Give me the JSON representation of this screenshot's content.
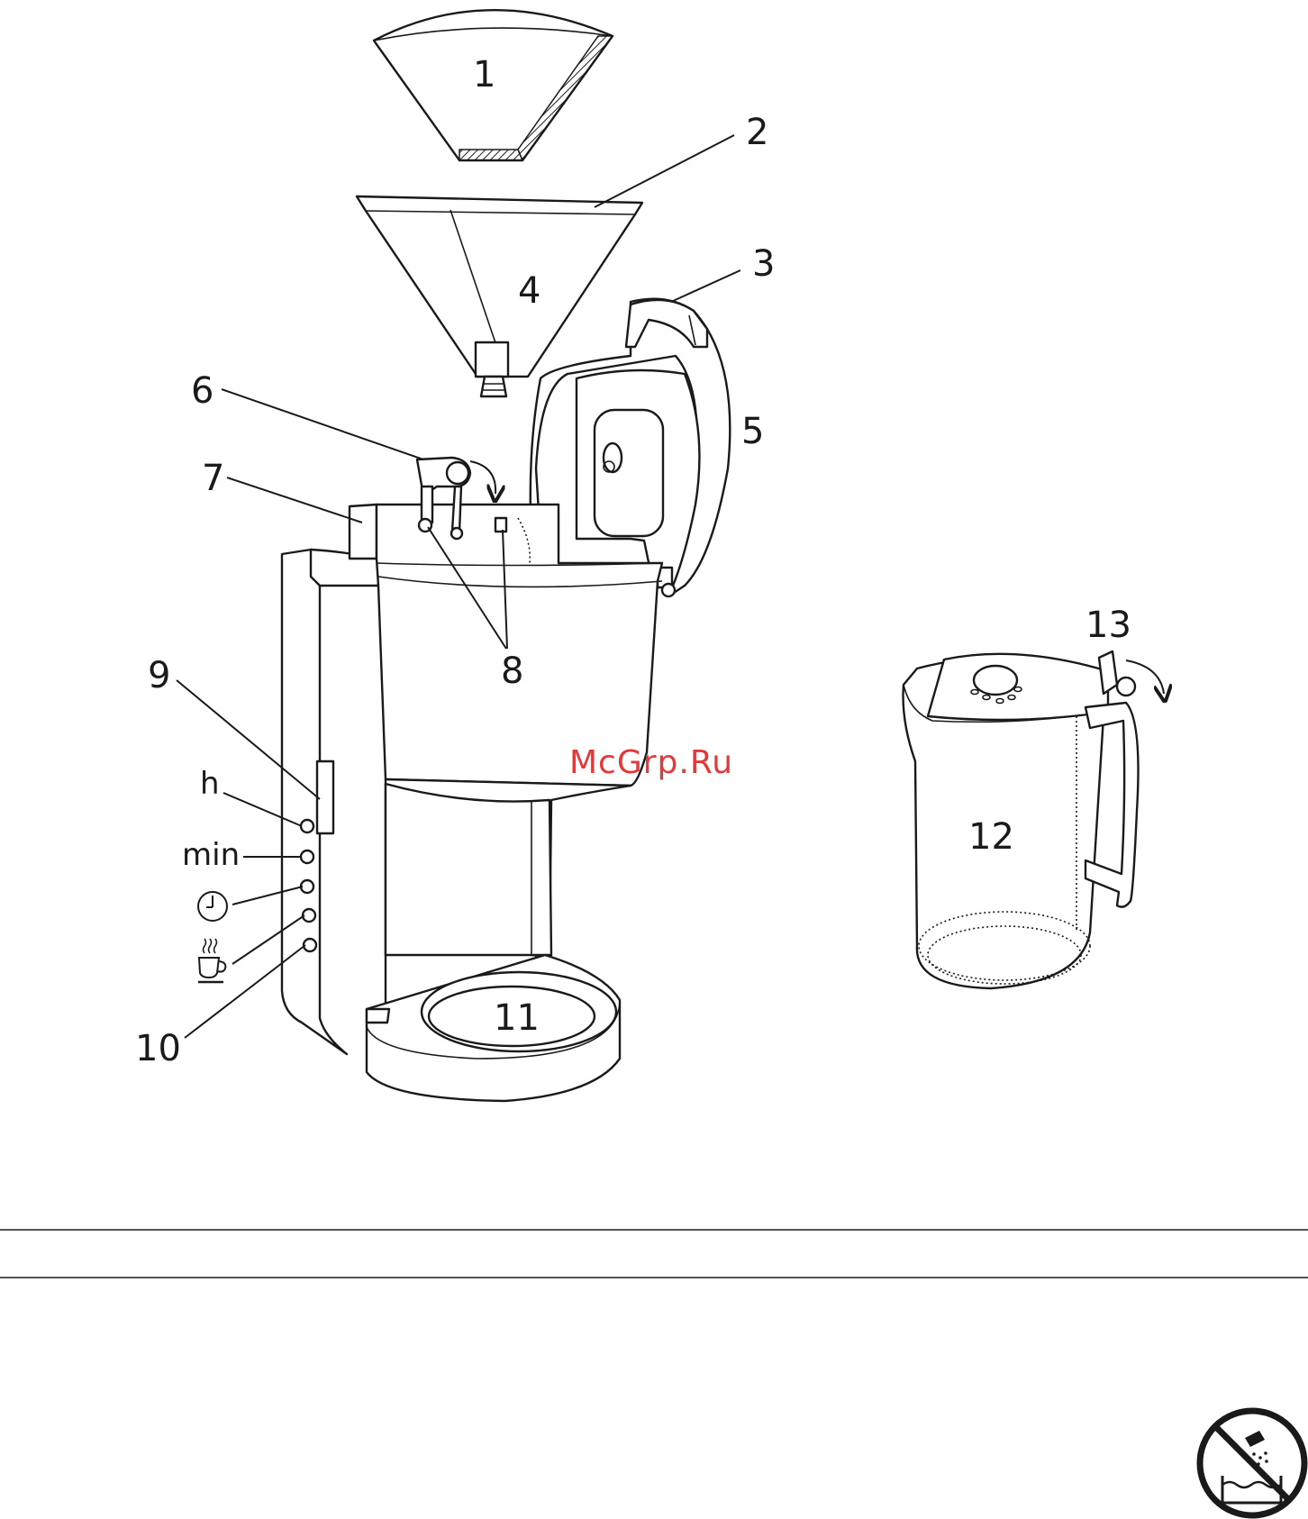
{
  "watermark": "McGrp.Ru",
  "callouts": {
    "c1": "1",
    "c2": "2",
    "c3": "3",
    "c4": "4",
    "c5": "5",
    "c6": "6",
    "c7": "7",
    "c8": "8",
    "c9": "9",
    "c10": "10",
    "c11": "11",
    "c12": "12",
    "c13": "13"
  },
  "buttons": {
    "hours": "h",
    "minutes": "min"
  },
  "icons": {
    "clock": "clock-icon",
    "keep_warm": "coffee-cup-icon",
    "no_dishwasher": "no-dishwasher-icon"
  }
}
